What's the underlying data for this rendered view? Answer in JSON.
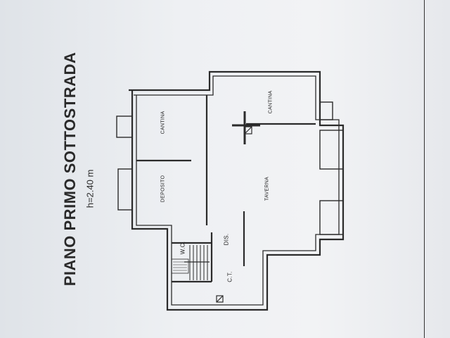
{
  "plan": {
    "title": "PIANO PRIMO SOTTOSTRADA",
    "height": "h=2.40 m",
    "rooms": {
      "cantina_left": "CANTINA",
      "cantina_right": "CANTINA",
      "deposito": "DEPOSITO",
      "taverna": "TAVERNA",
      "dis": "DIS.",
      "wc": "W.C.",
      "ct": "C.T."
    }
  },
  "colors": {
    "paper": "#eef0f3",
    "ink": "#2a2a2a"
  }
}
